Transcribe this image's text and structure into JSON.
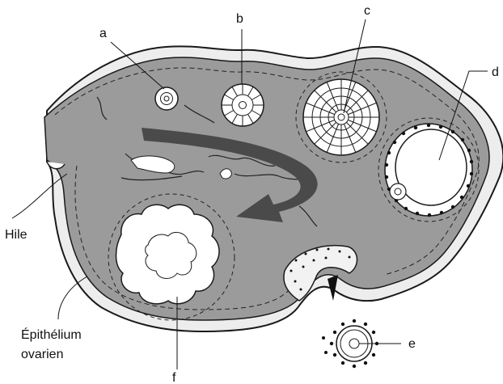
{
  "labels": {
    "a": "a",
    "b": "b",
    "c": "c",
    "d": "d",
    "e": "e",
    "f": "f",
    "hile": "Hile",
    "epithelium_line1": "Épithélium",
    "epithelium_line2": "ovarien"
  },
  "colors": {
    "stroma": "#9b9b9b",
    "arrow": "#4a4a4a",
    "outline": "#1a1a1a",
    "cell_fill": "#ffffff"
  }
}
